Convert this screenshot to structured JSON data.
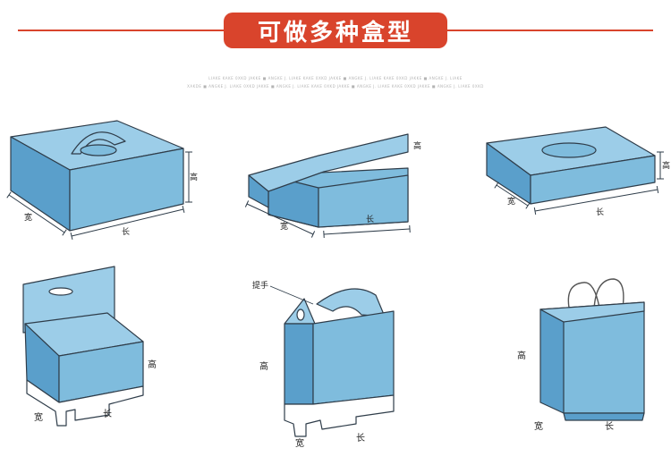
{
  "title": "可做多种盒型",
  "watermark_lines": [
    "LIAKE KAKE 0XKD JAKKE ■ ANGKE J. LIAKE KAKE 0XKD JAKKE ■ ANGKE J. LIAKE KAKE 0XKD JAKKE ■ ANGKE J. LIAKE",
    "XAKDE ■ ANGKE J. LIAKE 0XKD JAKKE ■ ANGKE J. LIAKE KAKE 0XKD JAKKE ■ ANGKE J. LIAKE KAKE 0XKD JAKKE ■ ANGKE J. LIAKE 0XKD"
  ],
  "labels": {
    "height": "高",
    "width": "宽",
    "length": "长",
    "handle": "提手"
  },
  "colors": {
    "accent": "#d9442c",
    "box_fill": "#7fbcdd",
    "box_side": "#5a9fcb",
    "box_top": "#9ccde8",
    "outline": "#2f3d4a"
  }
}
